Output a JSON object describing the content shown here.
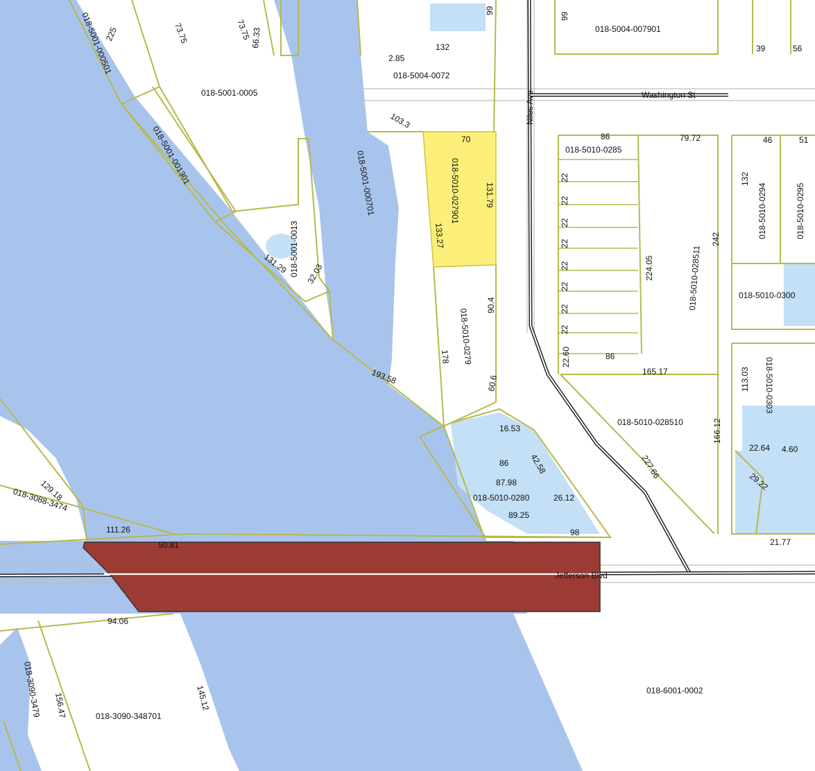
{
  "colors": {
    "water": "#a9c4ec",
    "pond": "#c3e0f7",
    "parcel_line": "#b7b94a",
    "highlight": "#fcf07a",
    "bridge": "#9b3b34",
    "rail": "#222222"
  },
  "streets": {
    "washington": "Washington St",
    "niles": "Niles Ave",
    "jefferson": "Jefferson Blvd"
  },
  "parcels": {
    "p_5001_000501": "018-5001-000501",
    "p_5001_0005": "018-5001-0005",
    "p_5001_001301": "018-5001-001301",
    "p_5001_0013": "018-5001-0013",
    "p_5001_000701": "018-5001-000701",
    "p_5004_0072": "018-5004-0072",
    "p_5004_007901": "018-5004-007901",
    "p_5010_027901": "018-5010-027901",
    "p_5010_0279": "018-5010-0279",
    "p_5010_0280": "018-5010-0280",
    "p_5010_0285": "018-5010-0285",
    "p_5010_028511": "018-5010-028511",
    "p_5010_028510": "018-5010-028510",
    "p_5010_0294": "018-5010-0294",
    "p_5010_0295": "018-5010-0295",
    "p_5010_0300": "018-5010-0300",
    "p_5010_0303": "018-5010-0303",
    "p_3088_3474": "018-3088-3474",
    "p_3090_348701": "018-3090-348701",
    "p_3090_3479": "018-3090-3479",
    "p_6001_0002": "018-6001-0002"
  },
  "dimensions": {
    "d225": "225",
    "d7375a": "73.75",
    "d7375b": "73.75",
    "d6633": "66.33",
    "d285": "2.85",
    "d132top": "132",
    "d99a": "99",
    "d99b": "99",
    "d39": "39",
    "d56": "56",
    "d1033": "103.3",
    "d70": "70",
    "d13179": "131.79",
    "d13327": "133.27",
    "d13129": "131.29",
    "d3203": "32.03",
    "d904": "90.4",
    "d178": "178",
    "d606": "60.6",
    "d19358": "193.58",
    "d1653": "16.53",
    "d86a": "86",
    "d4258": "42.58",
    "d8798": "87.98",
    "d2612": "26.12",
    "d8925": "89.25",
    "d98": "98",
    "d86top": "86",
    "d7972": "79.72",
    "d46": "46",
    "d51": "51",
    "d132mid": "132",
    "d242": "242",
    "d22405": "224.05",
    "d22": "22",
    "d2260": "22.60",
    "d86mid": "86",
    "d16517": "165.17",
    "d16612": "166.12",
    "d22766": "227.66",
    "d11303": "113.03",
    "d2264": "22.64",
    "d460": "4.60",
    "d2922": "29.22",
    "d2177": "21.77",
    "d12918": "129.18",
    "d11126": "111.26",
    "d5081": "50.81",
    "d9406": "94.06",
    "d14512": "145.12",
    "d15647": "156.47"
  }
}
